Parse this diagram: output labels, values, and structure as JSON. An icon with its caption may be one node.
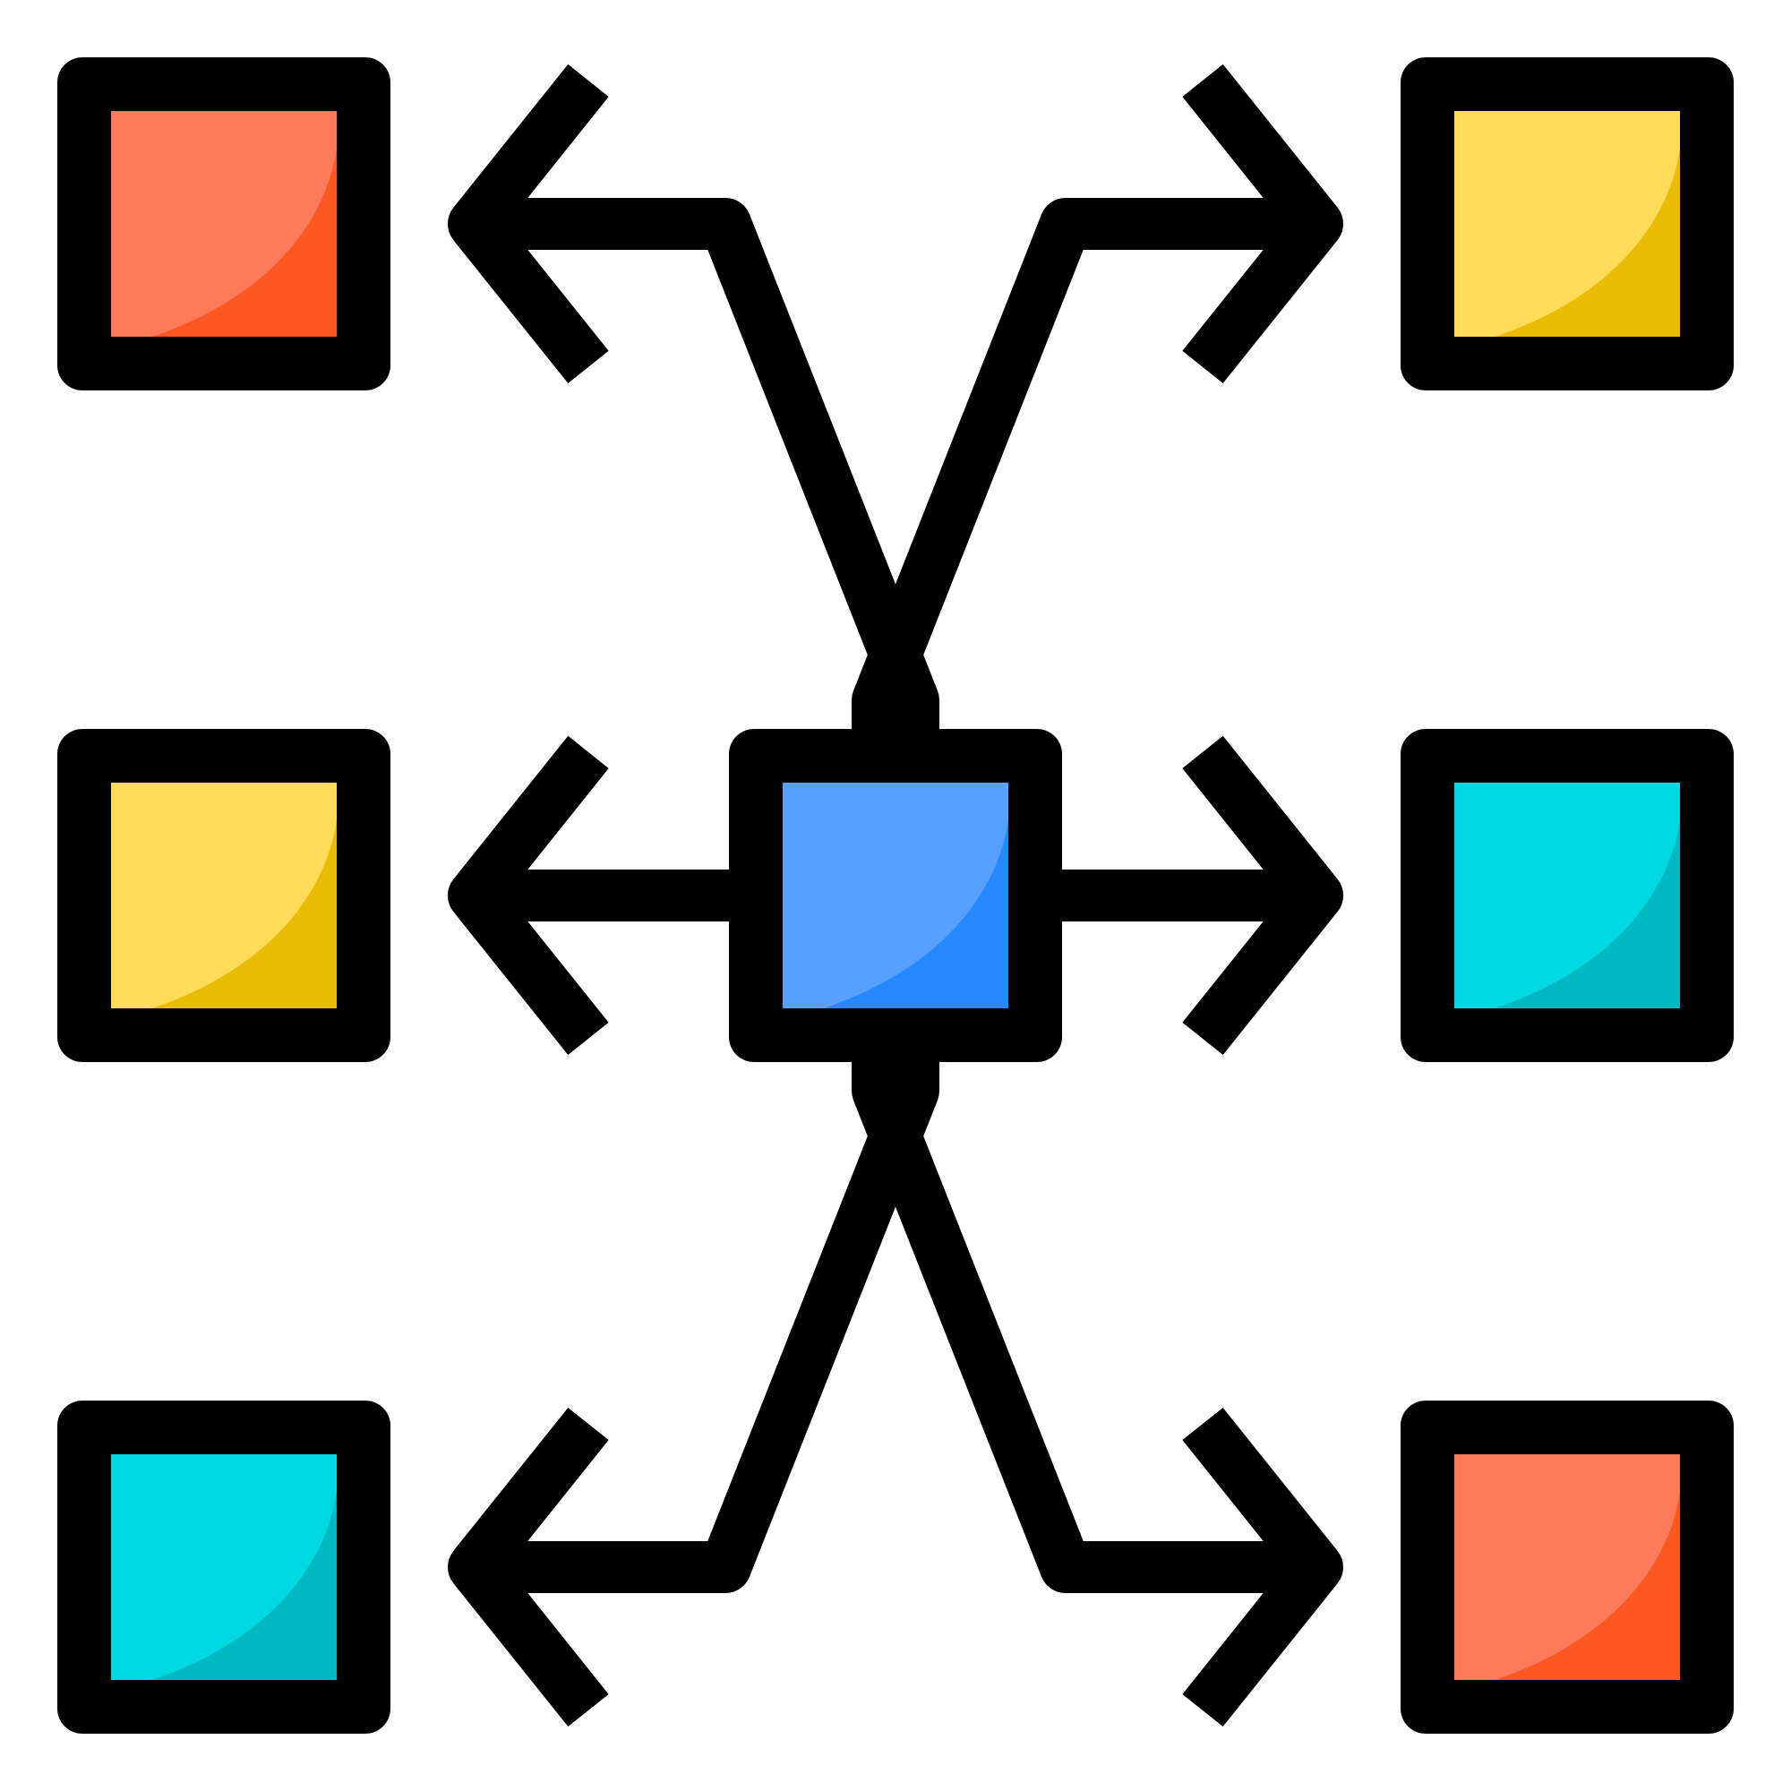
{
  "diagram": {
    "nodes": [
      {
        "text": [],
        "shape": "box"
      },
      {
        "text": [],
        "shape": "box"
      },
      {
        "text": [],
        "shape": "box"
      },
      {
        "text": [],
        "shape": "box"
      },
      {
        "text": [],
        "shape": "box"
      },
      {
        "text": [],
        "shape": "box"
      },
      {
        "text": [],
        "shape": "box"
      }
    ],
    "edges": [
      {
        "from": 3,
        "to": 0,
        "arrow": "to"
      },
      {
        "from": 3,
        "to": 1,
        "arrow": "to"
      },
      {
        "from": 3,
        "to": 2,
        "arrow": "to"
      },
      {
        "from": 3,
        "to": 4,
        "arrow": "to"
      },
      {
        "from": 3,
        "to": 5,
        "arrow": "to"
      },
      {
        "from": 3,
        "to": 6,
        "arrow": "to"
      }
    ]
  }
}
